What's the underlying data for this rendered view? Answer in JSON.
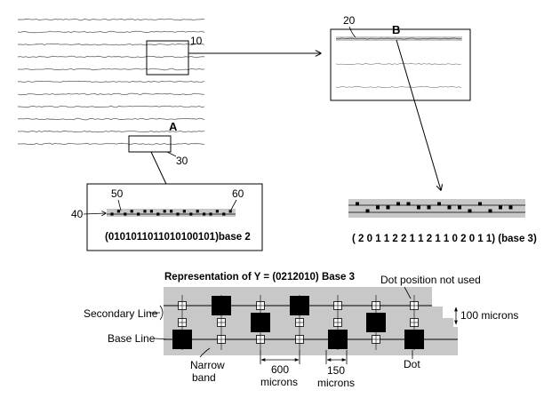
{
  "figure": {
    "labels": {
      "ref_10": "10",
      "ref_20": "20",
      "ref_30": "30",
      "ref_40": "40",
      "ref_50": "50",
      "ref_60": "60",
      "region_a": "A",
      "region_b": "B"
    },
    "code_base2": "(0101011011010100101)base 2",
    "code_base3": "( 2 0 1 1 2 2 1  1 2 1 1 0 2 0 1 1) (base 3)",
    "representation_title": "Representation of Y = (0212010) Base 3",
    "detail": {
      "secondary_line": "Secondary Line",
      "base_line": "Base Line",
      "narrow_band_1": "Narrow",
      "narrow_band_2": "band",
      "dot_position_not_used": "Dot position not used",
      "dot": "Dot",
      "dim_100": "100 microns",
      "dim_600_1": "600",
      "dim_600_2": "microns",
      "dim_150_1": "150",
      "dim_150_2": "microns"
    },
    "colors": {
      "band": "#c8c8c8",
      "ink": "#000000",
      "halftone_line": "#888888"
    }
  }
}
